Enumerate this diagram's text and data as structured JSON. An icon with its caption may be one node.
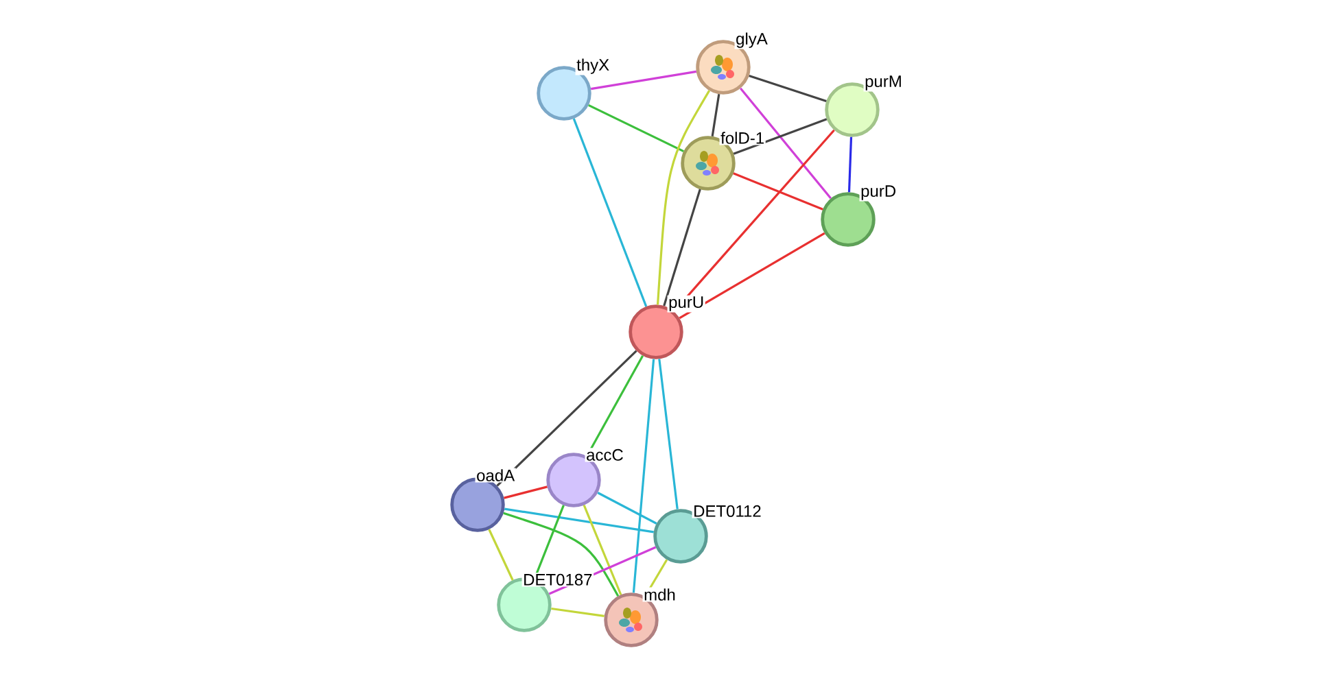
{
  "diagram": {
    "nodes": [
      {
        "text": [
          "thyX"
        ]
      },
      {
        "text": [
          "glyA"
        ]
      },
      {
        "text": [
          "purM"
        ]
      },
      {
        "text": [
          "folD-1"
        ]
      },
      {
        "text": [
          "purD"
        ]
      },
      {
        "text": [
          "purU"
        ]
      },
      {
        "text": [
          "accC"
        ]
      },
      {
        "text": [
          "oadA"
        ]
      },
      {
        "text": [
          "DET0112"
        ]
      },
      {
        "text": [
          "DET0187"
        ]
      },
      {
        "text": [
          "mdh"
        ]
      }
    ],
    "edges": [
      {
        "from": 0,
        "to": 1,
        "arrow": "none",
        "color": "#d040d8"
      },
      {
        "from": 0,
        "to": 3,
        "arrow": "none",
        "color": "#3cbf3c"
      },
      {
        "from": 0,
        "to": 5,
        "arrow": "none"
      },
      {
        "from": 1,
        "to": 2,
        "arrow": "none",
        "color": "#444444"
      },
      {
        "from": 1,
        "to": 3,
        "arrow": "none",
        "color": "#444444"
      },
      {
        "from": 1,
        "to": 4,
        "arrow": "none",
        "color": "#d040d8"
      },
      {
        "from": 1,
        "to": 5,
        "arrow": "none",
        "color": "#c3d63a"
      },
      {
        "from": 2,
        "to": 3,
        "arrow": "none",
        "color": "#444444"
      },
      {
        "from": 2,
        "to": 4,
        "arrow": "none",
        "color": "#2a2ae8"
      },
      {
        "from": 2,
        "to": 5,
        "arrow": "none",
        "color": "#e83030"
      },
      {
        "from": 3,
        "to": 4,
        "arrow": "none",
        "color": "#e83030"
      },
      {
        "from": 3,
        "to": 5,
        "arrow": "none",
        "color": "#444444"
      },
      {
        "from": 4,
        "to": 5,
        "arrow": "none",
        "color": "#e83030"
      },
      {
        "from": 5,
        "to": 7,
        "arrow": "none",
        "color": "#444444"
      },
      {
        "from": 5,
        "to": 6,
        "arrow": "none",
        "color": "#3cbf3c"
      },
      {
        "from": 5,
        "to": 8,
        "arrow": "none"
      },
      {
        "from": 5,
        "to": 10,
        "arrow": "none"
      },
      {
        "from": 7,
        "to": 6,
        "arrow": "none",
        "color": "#e83030"
      },
      {
        "from": 7,
        "to": 8,
        "arrow": "none"
      },
      {
        "from": 7,
        "to": 9,
        "arrow": "none",
        "color": "#c3d63a"
      },
      {
        "from": 7,
        "to": 10,
        "arrow": "none",
        "color": "#3cbf3c"
      },
      {
        "from": 6,
        "to": 8,
        "arrow": "none"
      },
      {
        "from": 6,
        "to": 9,
        "arrow": "none",
        "color": "#3cbf3c"
      },
      {
        "from": 6,
        "to": 10,
        "arrow": "none",
        "color": "#c3d63a"
      },
      {
        "from": 8,
        "to": 9,
        "arrow": "none",
        "color": "#d040d8"
      },
      {
        "from": 8,
        "to": 10,
        "arrow": "none",
        "color": "#c3d63a"
      },
      {
        "from": 9,
        "to": 10,
        "arrow": "none",
        "color": "#c3d63a"
      }
    ]
  }
}
